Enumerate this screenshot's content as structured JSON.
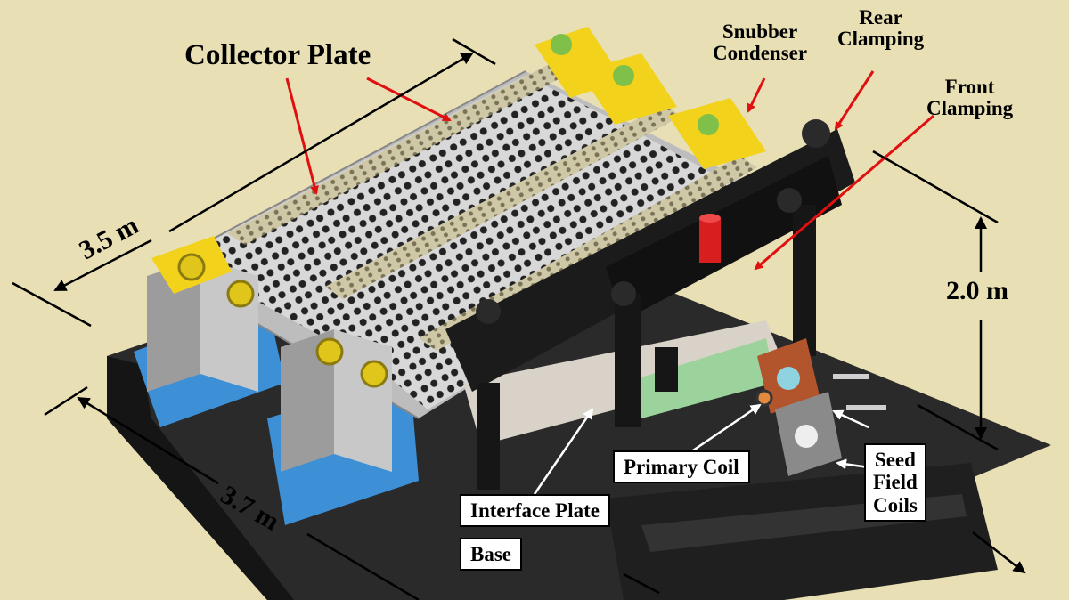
{
  "labels": {
    "collector_plate": "Collector Plate",
    "snubber_condenser_line1": "Snubber",
    "snubber_condenser_line2": "Condenser",
    "rear_clamping_line1": "Rear",
    "rear_clamping_line2": "Clamping",
    "front_clamping_line1": "Front",
    "front_clamping_line2": "Clamping",
    "primary_coil": "Primary Coil",
    "seed_field_coils_line1": "Seed",
    "seed_field_coils_line2": "Field",
    "seed_field_coils_line3": "Coils",
    "interface_plate": "Interface Plate",
    "base": "Base"
  },
  "dimensions": {
    "length": "3.5 m",
    "width": "3.7 m",
    "height": "2.0 m"
  },
  "colors": {
    "background": "#e8dfb4",
    "arrow_pointer": "#e01010",
    "collector_plate": "#d4d4d4",
    "clamp_frame": "#1b1b1b",
    "base_frame": "#222222",
    "support_blue": "#3d8fd6",
    "snubber_yellow": "#f2d21b",
    "red_piston": "#d81e1e",
    "green_pad": "#9cd39c"
  }
}
